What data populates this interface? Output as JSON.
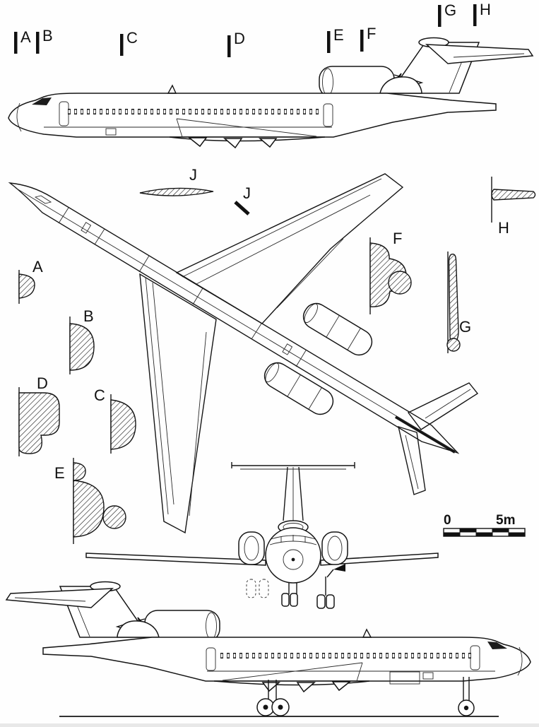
{
  "stations": [
    "A",
    "B",
    "C",
    "D",
    "E",
    "F",
    "G",
    "H"
  ],
  "sections": [
    "A",
    "B",
    "C",
    "D",
    "E",
    "F",
    "G",
    "H"
  ],
  "airfoil_labels": [
    "J",
    "J"
  ],
  "scale_bar": {
    "zero": "0",
    "max": "5m"
  }
}
